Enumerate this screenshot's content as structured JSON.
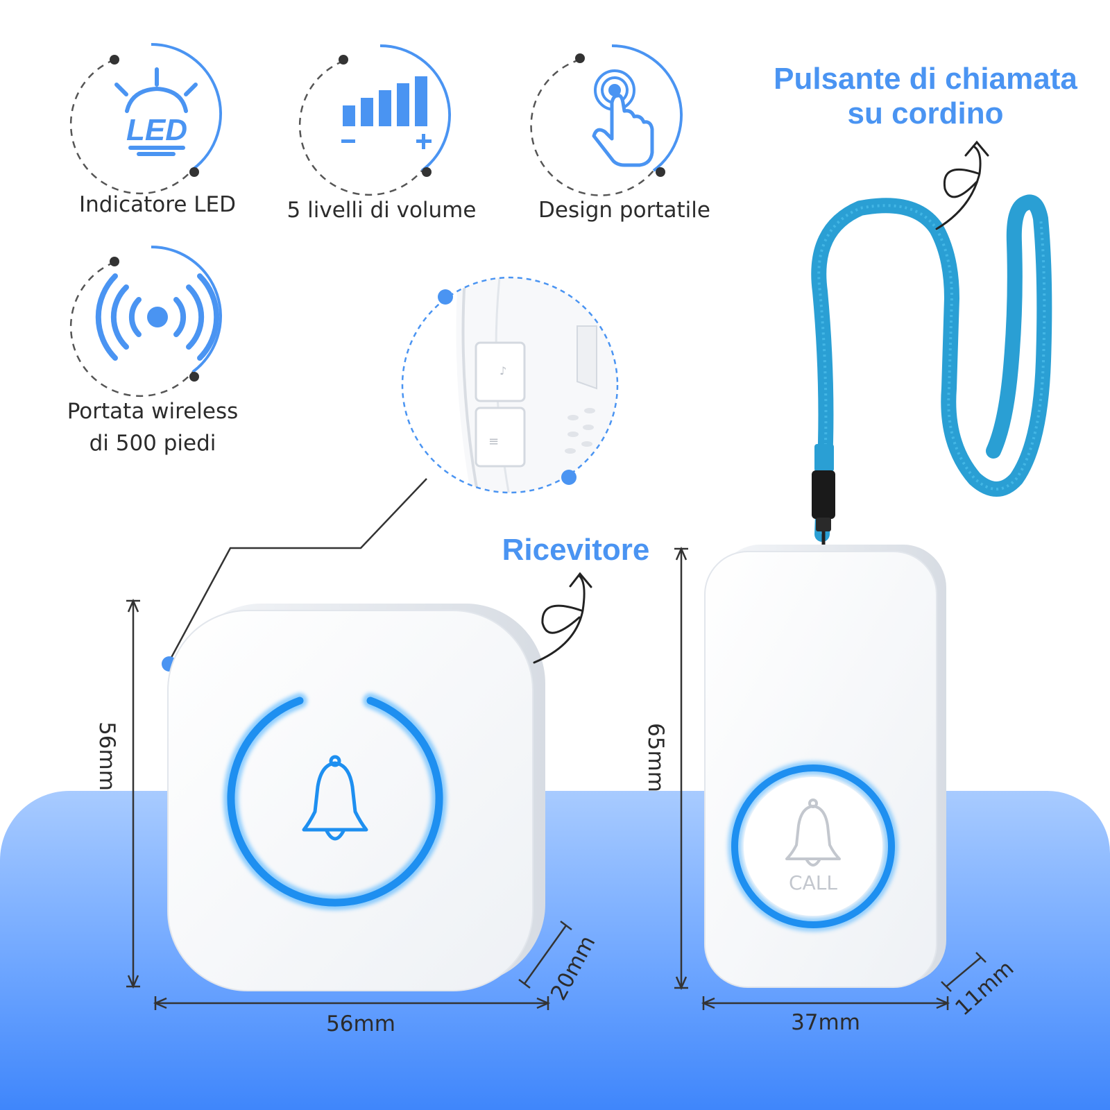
{
  "features": [
    {
      "icon": "led-icon",
      "icon_text": "LED",
      "label": "Indicatore LED"
    },
    {
      "icon": "volume-levels-icon",
      "label": "5 livelli di volume"
    },
    {
      "icon": "touch-button-icon",
      "label": "Design portatile"
    },
    {
      "icon": "wireless-signal-icon",
      "label_line1": "Portata wireless",
      "label_line2": "di 500 piedi"
    }
  ],
  "headings": {
    "transmitter_line1": "Pulsante di chiamata",
    "transmitter_line2": "su cordino",
    "receiver": "Ricevitore"
  },
  "receiver": {
    "height": "56mm",
    "width": "56mm",
    "depth": "20mm"
  },
  "transmitter": {
    "height": "65mm",
    "width": "37mm",
    "depth": "11mm",
    "button_text": "CALL"
  },
  "colors": {
    "accent": "#4a94f2",
    "led_blue": "#1e8ff0",
    "lanyard": "#2a9fd4",
    "band_top": "#a8cbff",
    "band_bottom": "#3f86fb"
  }
}
